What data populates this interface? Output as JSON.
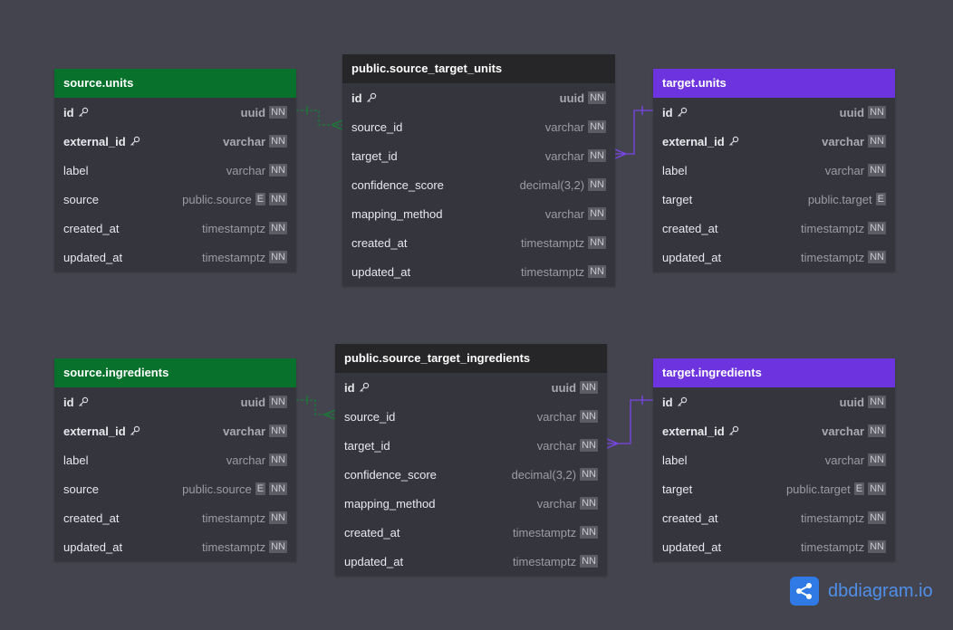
{
  "colors": {
    "background": "#44444f",
    "source_header": "#08722c",
    "mapping_header": "#262628",
    "target_header": "#6d33df",
    "source_line": "#1a7a36",
    "target_line": "#7a44e8"
  },
  "tables": {
    "source_units": {
      "title": "source.units",
      "fields": [
        {
          "name": "id",
          "type": "uuid",
          "badges": [
            "NN"
          ],
          "key": true
        },
        {
          "name": "external_id",
          "type": "varchar",
          "badges": [
            "NN"
          ],
          "key": true
        },
        {
          "name": "label",
          "type": "varchar",
          "badges": [
            "NN"
          ]
        },
        {
          "name": "source",
          "type": "public.source",
          "badges": [
            "E",
            "NN"
          ]
        },
        {
          "name": "created_at",
          "type": "timestamptz",
          "badges": [
            "NN"
          ]
        },
        {
          "name": "updated_at",
          "type": "timestamptz",
          "badges": [
            "NN"
          ]
        }
      ]
    },
    "mapping_units": {
      "title": "public.source_target_units",
      "fields": [
        {
          "name": "id",
          "type": "uuid",
          "badges": [
            "NN"
          ],
          "key": true
        },
        {
          "name": "source_id",
          "type": "varchar",
          "badges": [
            "NN"
          ]
        },
        {
          "name": "target_id",
          "type": "varchar",
          "badges": [
            "NN"
          ]
        },
        {
          "name": "confidence_score",
          "type": "decimal(3,2)",
          "badges": [
            "NN"
          ]
        },
        {
          "name": "mapping_method",
          "type": "varchar",
          "badges": [
            "NN"
          ]
        },
        {
          "name": "created_at",
          "type": "timestamptz",
          "badges": [
            "NN"
          ]
        },
        {
          "name": "updated_at",
          "type": "timestamptz",
          "badges": [
            "NN"
          ]
        }
      ]
    },
    "target_units": {
      "title": "target.units",
      "fields": [
        {
          "name": "id",
          "type": "uuid",
          "badges": [
            "NN"
          ],
          "key": true
        },
        {
          "name": "external_id",
          "type": "varchar",
          "badges": [
            "NN"
          ],
          "key": true
        },
        {
          "name": "label",
          "type": "varchar",
          "badges": [
            "NN"
          ]
        },
        {
          "name": "target",
          "type": "public.target",
          "badges": [
            "E"
          ]
        },
        {
          "name": "created_at",
          "type": "timestamptz",
          "badges": [
            "NN"
          ]
        },
        {
          "name": "updated_at",
          "type": "timestamptz",
          "badges": [
            "NN"
          ]
        }
      ]
    },
    "source_ingredients": {
      "title": "source.ingredients",
      "fields": [
        {
          "name": "id",
          "type": "uuid",
          "badges": [
            "NN"
          ],
          "key": true
        },
        {
          "name": "external_id",
          "type": "varchar",
          "badges": [
            "NN"
          ],
          "key": true
        },
        {
          "name": "label",
          "type": "varchar",
          "badges": [
            "NN"
          ]
        },
        {
          "name": "source",
          "type": "public.source",
          "badges": [
            "E",
            "NN"
          ]
        },
        {
          "name": "created_at",
          "type": "timestamptz",
          "badges": [
            "NN"
          ]
        },
        {
          "name": "updated_at",
          "type": "timestamptz",
          "badges": [
            "NN"
          ]
        }
      ]
    },
    "mapping_ingredients": {
      "title": "public.source_target_ingredients",
      "fields": [
        {
          "name": "id",
          "type": "uuid",
          "badges": [
            "NN"
          ],
          "key": true
        },
        {
          "name": "source_id",
          "type": "varchar",
          "badges": [
            "NN"
          ]
        },
        {
          "name": "target_id",
          "type": "varchar",
          "badges": [
            "NN"
          ]
        },
        {
          "name": "confidence_score",
          "type": "decimal(3,2)",
          "badges": [
            "NN"
          ]
        },
        {
          "name": "mapping_method",
          "type": "varchar",
          "badges": [
            "NN"
          ]
        },
        {
          "name": "created_at",
          "type": "timestamptz",
          "badges": [
            "NN"
          ]
        },
        {
          "name": "updated_at",
          "type": "timestamptz",
          "badges": [
            "NN"
          ]
        }
      ]
    },
    "target_ingredients": {
      "title": "target.ingredients",
      "fields": [
        {
          "name": "id",
          "type": "uuid",
          "badges": [
            "NN"
          ],
          "key": true
        },
        {
          "name": "external_id",
          "type": "varchar",
          "badges": [
            "NN"
          ],
          "key": true
        },
        {
          "name": "label",
          "type": "varchar",
          "badges": [
            "NN"
          ]
        },
        {
          "name": "target",
          "type": "public.target",
          "badges": [
            "E",
            "NN"
          ]
        },
        {
          "name": "created_at",
          "type": "timestamptz",
          "badges": [
            "NN"
          ]
        },
        {
          "name": "updated_at",
          "type": "timestamptz",
          "badges": [
            "NN"
          ]
        }
      ]
    }
  },
  "logo": {
    "text": "dbdiagram.io",
    "icon": "share-nodes-icon"
  }
}
